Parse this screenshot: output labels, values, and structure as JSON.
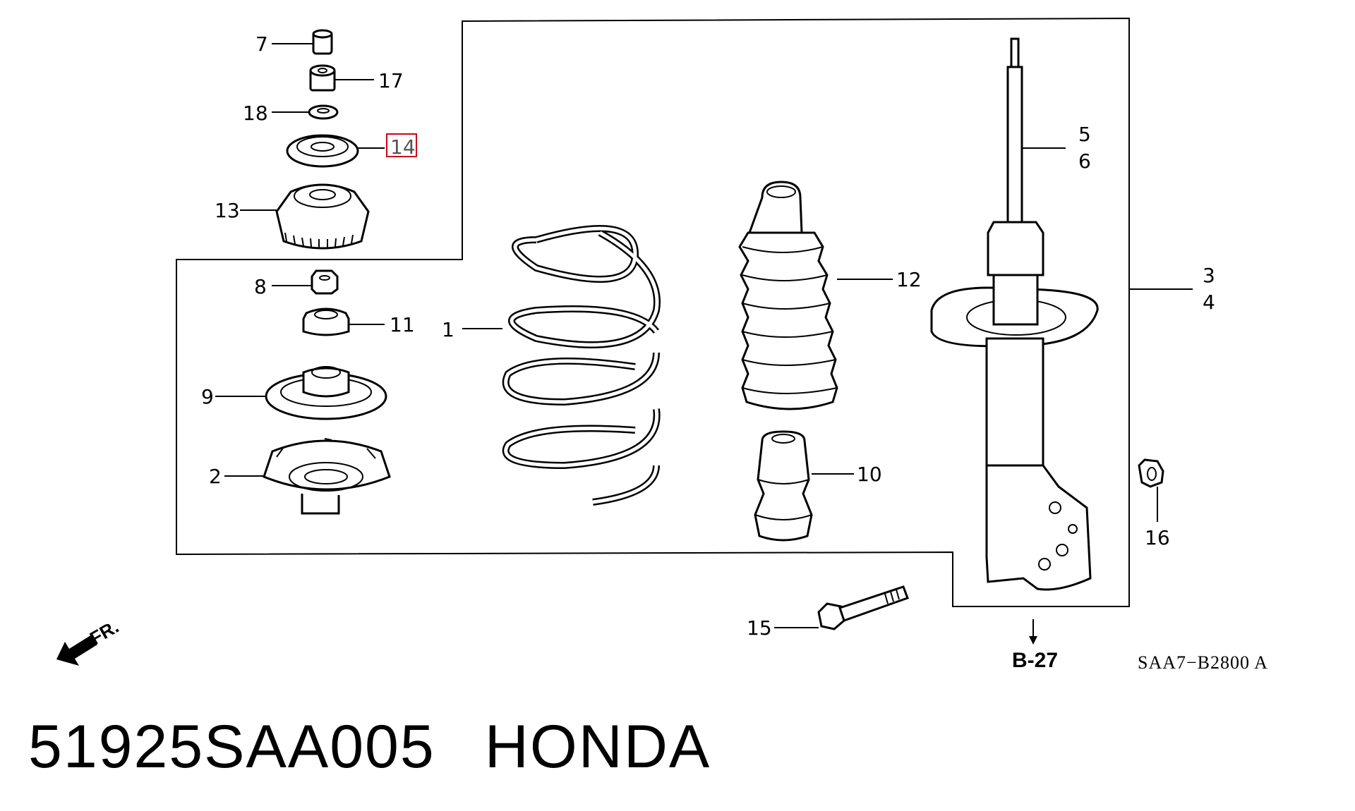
{
  "diagram_code": "SAA7−B2800 A",
  "reference": "B-27",
  "direction_label": "FR.",
  "highlighted_callout": "14",
  "callouts": {
    "c1": "1",
    "c2": "2",
    "c3": "3",
    "c4": "4",
    "c5": "5",
    "c6": "6",
    "c7": "7",
    "c8": "8",
    "c9": "9",
    "c10": "10",
    "c11": "11",
    "c12": "12",
    "c13": "13",
    "c15": "15",
    "c16": "16",
    "c17": "17",
    "c18": "18"
  },
  "caption": {
    "part_number": "51925SAA005",
    "brand": "HONDA"
  }
}
